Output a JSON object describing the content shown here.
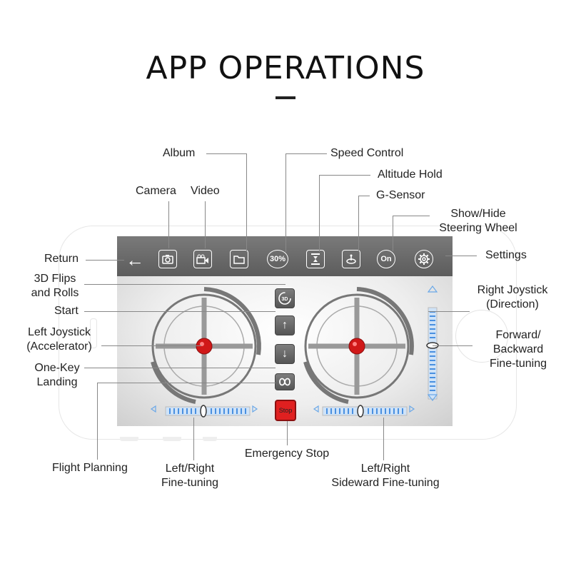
{
  "title": "APP OPERATIONS",
  "screen": {
    "speed_label": "30%",
    "onoff_label": "On",
    "stop_label": "Stop",
    "flip_label": "3D",
    "icons": [
      "back-arrow-icon",
      "camera-icon",
      "video-icon",
      "album-icon",
      "speed-icon",
      "altitude-hold-icon",
      "g-sensor-icon",
      "toggle-icon",
      "settings-gear-icon",
      "flip-icon",
      "up-arrow-icon",
      "down-arrow-icon",
      "flight-planning-icon",
      "stop-icon"
    ]
  },
  "labels": {
    "album": "Album",
    "speed_control": "Speed Control",
    "altitude_hold": "Altitude Hold",
    "camera": "Camera",
    "video": "Video",
    "g_sensor": "G-Sensor",
    "show_hide_1": "Show/Hide",
    "show_hide_2": "Steering Wheel",
    "return": "Return",
    "settings": "Settings",
    "flips_1": "3D Flips",
    "flips_2": "and Rolls",
    "start": "Start",
    "left_joy_1": "Left Joystick",
    "left_joy_2": "(Accelerator)",
    "one_key_1": "One-Key",
    "one_key_2": "Landing",
    "right_joy_1": "Right Joystick",
    "right_joy_2": "(Direction)",
    "fwd_1": "Forward/",
    "fwd_2": "Backward",
    "fwd_3": "Fine-tuning",
    "flight_planning": "Flight Planning",
    "lr_1": "Left/Right",
    "lr_2": "Fine-tuning",
    "emergency": "Emergency Stop",
    "side_1": "Left/Right",
    "side_2": "Sideward Fine-tuning"
  },
  "colors": {
    "joystick_red": "#d01818",
    "scale_blue": "#5aa0e8",
    "topbar": "#666666"
  }
}
